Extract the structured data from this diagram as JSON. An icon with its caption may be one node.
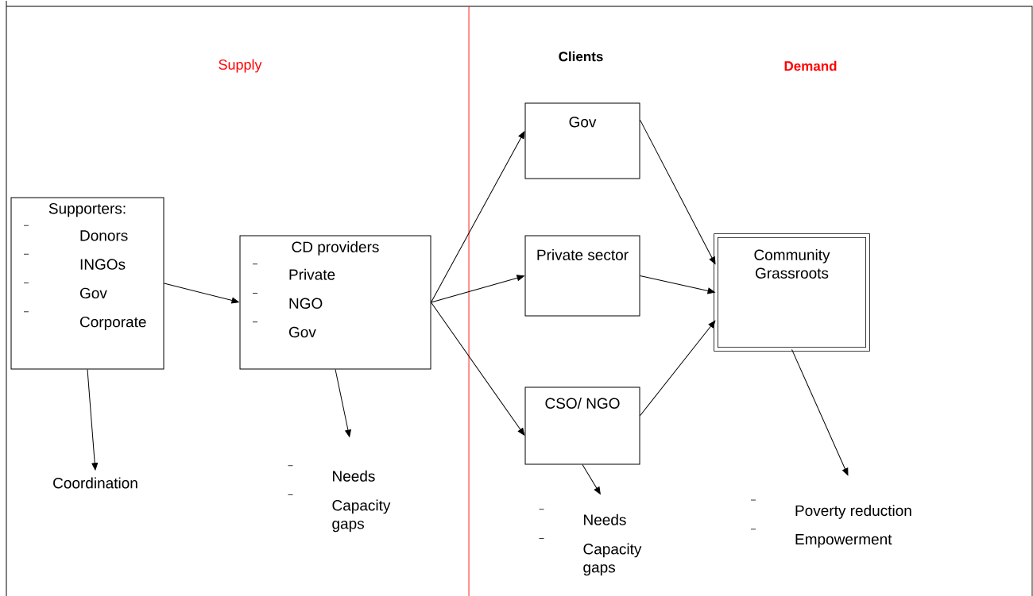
{
  "diagram": {
    "nodes": [
      {
        "text": [
          "Supporters:",
          "Donors",
          "INGOs",
          "Gov",
          "Corporate"
        ]
      },
      {
        "text": [
          "CD providers",
          "Private",
          "NGO",
          "Gov"
        ]
      },
      {
        "text": [
          "Gov"
        ]
      },
      {
        "text": [
          "Private sector"
        ]
      },
      {
        "text": [
          "CSO/ NGO"
        ]
      },
      {
        "text": [
          "Community Grassroots"
        ]
      },
      {
        "text": [
          "Coordination"
        ]
      },
      {
        "text": [
          "Needs",
          "Capacity gaps"
        ]
      },
      {
        "text": [
          "Needs",
          "Capacity gaps"
        ]
      },
      {
        "text": [
          "Poverty reduction",
          "Empowerment"
        ]
      }
    ],
    "edges": [
      {
        "from": 0,
        "to": 1,
        "arrow": "to"
      },
      {
        "from": 1,
        "to": 2,
        "arrow": "to"
      },
      {
        "from": 1,
        "to": 3,
        "arrow": "to"
      },
      {
        "from": 1,
        "to": 4,
        "arrow": "to"
      },
      {
        "from": 2,
        "to": 5,
        "arrow": "to"
      },
      {
        "from": 3,
        "to": 5,
        "arrow": "to"
      },
      {
        "from": 4,
        "to": 5,
        "arrow": "to"
      },
      {
        "from": 0,
        "to": 6,
        "arrow": "to"
      },
      {
        "from": 1,
        "to": 7,
        "arrow": "to"
      },
      {
        "from": 4,
        "to": 8,
        "arrow": "to"
      },
      {
        "from": 5,
        "to": 9,
        "arrow": "to"
      }
    ],
    "labels": [
      "Supply",
      "Clients",
      "Demand"
    ]
  }
}
